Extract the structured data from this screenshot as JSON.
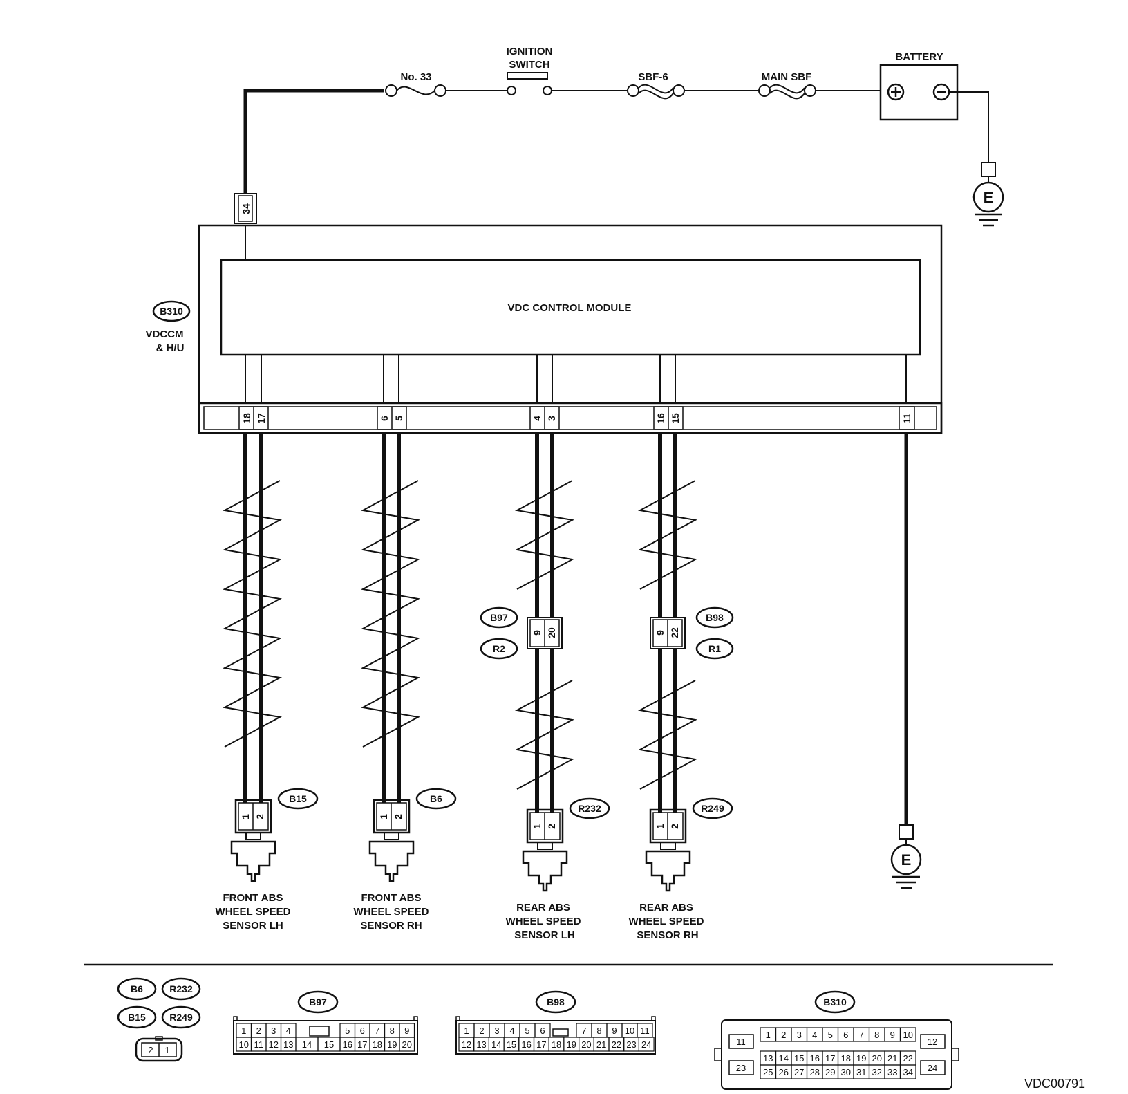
{
  "top_labels": {
    "fuse_no33": "No. 33",
    "ignition_1": "IGNITION",
    "ignition_2": "SWITCH",
    "sbf6": "SBF-6",
    "main_sbf": "MAIN SBF",
    "battery": "BATTERY",
    "ground": "E"
  },
  "module": {
    "title": "VDC CONTROL MODULE",
    "connector_badge": "B310",
    "side_label_1": "VDCCM",
    "side_label_2": "& H/U",
    "top_pin": "34",
    "pins": [
      "18",
      "17",
      "6",
      "5",
      "4",
      "3",
      "16",
      "15",
      "11"
    ]
  },
  "connectors": {
    "b97": "B97",
    "r2": "R2",
    "b97_pins": [
      "9",
      "20"
    ],
    "b98": "B98",
    "r1": "R1",
    "b98_pins": [
      "9",
      "22"
    ],
    "b15": "B15",
    "b6": "B6",
    "r232": "R232",
    "r249": "R249",
    "sensor_pins": [
      "1",
      "2"
    ]
  },
  "sensors": [
    {
      "l1": "FRONT ABS",
      "l2": "WHEEL SPEED",
      "l3": "SENSOR LH"
    },
    {
      "l1": "FRONT ABS",
      "l2": "WHEEL SPEED",
      "l3": "SENSOR RH"
    },
    {
      "l1": "REAR ABS",
      "l2": "WHEEL SPEED",
      "l3": "SENSOR LH"
    },
    {
      "l1": "REAR ABS",
      "l2": "WHEEL SPEED",
      "l3": "SENSOR RH"
    }
  ],
  "legend": {
    "badges": [
      "B6",
      "R232",
      "B15",
      "R249"
    ],
    "small_pins": [
      "2",
      "1"
    ],
    "b97_title": "B97",
    "b97_row1": [
      "1",
      "2",
      "3",
      "4",
      "5",
      "6",
      "7",
      "8",
      "9"
    ],
    "b97_row2": [
      "10",
      "11",
      "12",
      "13",
      "14",
      "15",
      "16",
      "17",
      "18",
      "19",
      "20"
    ],
    "b98_title": "B98",
    "b98_row1": [
      "1",
      "2",
      "3",
      "4",
      "5",
      "6",
      "7",
      "8",
      "9",
      "10",
      "11"
    ],
    "b98_row2": [
      "12",
      "13",
      "14",
      "15",
      "16",
      "17",
      "18",
      "19",
      "20",
      "21",
      "22",
      "23",
      "24"
    ],
    "b310_title": "B310",
    "b310_row1": [
      "1",
      "2",
      "3",
      "4",
      "5",
      "6",
      "7",
      "8",
      "9",
      "10"
    ],
    "b310_row2": [
      "13",
      "14",
      "15",
      "16",
      "17",
      "18",
      "19",
      "20",
      "21",
      "22"
    ],
    "b310_row3": [
      "25",
      "26",
      "27",
      "28",
      "29",
      "30",
      "31",
      "32",
      "33",
      "34"
    ],
    "b310_side": [
      "11",
      "23",
      "12",
      "24"
    ]
  },
  "footer_code": "VDC00791"
}
